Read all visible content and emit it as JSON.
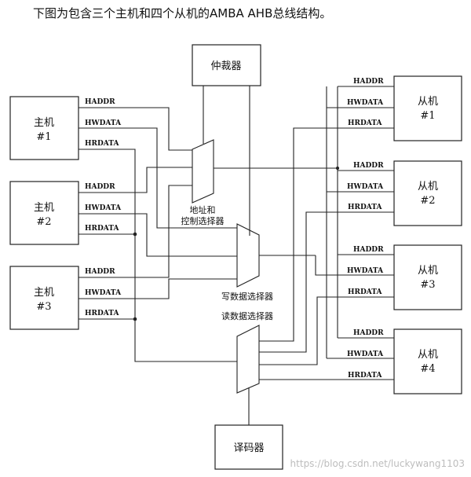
{
  "caption": "下图为包含三个主机和四个从机的AMBA AHB总线结构。",
  "blocks": {
    "arbiter": "仲裁器",
    "decoder": "译码器",
    "masters": [
      {
        "name": "主机",
        "num": "#1"
      },
      {
        "name": "主机",
        "num": "#2"
      },
      {
        "name": "主机",
        "num": "#3"
      }
    ],
    "slaves": [
      {
        "name": "从机",
        "num": "#1"
      },
      {
        "name": "从机",
        "num": "#2"
      },
      {
        "name": "从机",
        "num": "#3"
      },
      {
        "name": "从机",
        "num": "#4"
      }
    ]
  },
  "signals": {
    "haddr": "HADDR",
    "hwdata": "HWDATA",
    "hrdata": "HRDATA"
  },
  "mux_labels": {
    "addr_line1": "地址和",
    "addr_line2": "控制选择器",
    "write": "写数据选择器",
    "read": "读数据选择器"
  },
  "watermark": "https://blog.csdn.net/luckywang1103"
}
